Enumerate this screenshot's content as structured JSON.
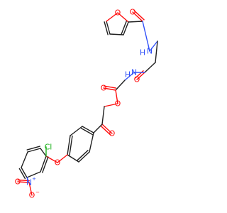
{
  "structure": {
    "colors": {
      "bond": "#202020",
      "oxygen": "#ff0d0d",
      "nitrogen": "#3050f8",
      "chlorine": "#1fb21f",
      "background": "#ffffff"
    },
    "atom_labels": [
      {
        "name": "atom-label-o-furan",
        "text": "O",
        "element": "oxygen"
      },
      {
        "name": "atom-label-o-furan-amide",
        "text": "O",
        "element": "oxygen"
      },
      {
        "name": "atom-label-nh-furan-amide",
        "text": "N",
        "element": "nitrogen"
      },
      {
        "name": "atom-label-nh-furan-amide-h",
        "text": "H",
        "element": "nitrogen"
      },
      {
        "name": "atom-label-nh-glycine",
        "text": "N",
        "element": "nitrogen"
      },
      {
        "name": "atom-label-nh-glycine-h",
        "text": "H",
        "element": "nitrogen"
      },
      {
        "name": "atom-label-o-glycine-amide",
        "text": "O",
        "element": "oxygen"
      },
      {
        "name": "atom-label-o-ester-carbonyl",
        "text": "O",
        "element": "oxygen"
      },
      {
        "name": "atom-label-o-ester",
        "text": "O",
        "element": "oxygen"
      },
      {
        "name": "atom-label-o-ketone",
        "text": "O",
        "element": "oxygen"
      },
      {
        "name": "atom-label-o-ether",
        "text": "O",
        "element": "oxygen"
      },
      {
        "name": "atom-label-chlorine",
        "text": "Cl",
        "element": "chlorine"
      },
      {
        "name": "atom-label-nitro-n",
        "text": "N",
        "element": "nitrogen"
      },
      {
        "name": "atom-label-nitro-o-double",
        "text": "O",
        "element": "oxygen"
      },
      {
        "name": "atom-label-nitro-o-minus",
        "text": "O",
        "element": "oxygen"
      }
    ],
    "charges": [
      {
        "name": "charge-nitro-n",
        "text": "+",
        "element": "nitrogen"
      },
      {
        "name": "charge-nitro-o",
        "text": "−",
        "element": "oxygen"
      }
    ]
  }
}
